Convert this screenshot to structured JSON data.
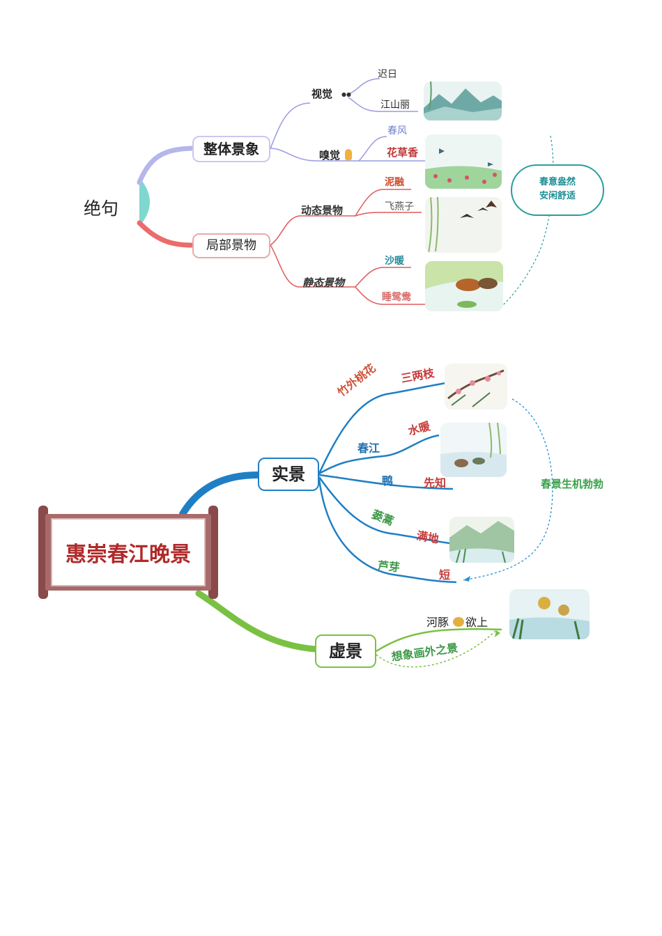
{
  "map1": {
    "side_label": "绝句",
    "branch_overall": "整体景象",
    "branch_local": "局部景物",
    "visual": "视觉",
    "sun": "迟日",
    "mountains": "江山丽",
    "smell": "嗅觉",
    "wind": "春风",
    "flowers": "花草香",
    "dynamic": "动态景物",
    "mud": "泥融",
    "swallows": "飞燕子",
    "static": "静态景物",
    "sand": "沙暖",
    "ducks": "睡鸳鸯",
    "summary_line1": "春意盎然",
    "summary_line2": "安闲舒适"
  },
  "map2": {
    "title": "惠崇春江晚景",
    "real": "实景",
    "virtual": "虚景",
    "bamboo_peach": "竹外桃花",
    "branches": "三两枝",
    "spring_river": "春江",
    "water_warm": "水暖",
    "duck": "鸭",
    "first_know": "先知",
    "artemisia": "蒌蒿",
    "full_ground": "满地",
    "reed_buds": "芦芽",
    "short": "短",
    "pufferfish_a": "河豚",
    "pufferfish_b": "欲上",
    "imagine": "想象画外之景",
    "summary": "春景生机勃勃"
  },
  "colors": {
    "blue": "#1f7fc4",
    "green": "#7ac143",
    "red": "#e05a5a",
    "purple": "#9a9ae0",
    "teal": "#2a9d9f",
    "title_red": "#b02a2a",
    "dark_text": "#222222"
  }
}
